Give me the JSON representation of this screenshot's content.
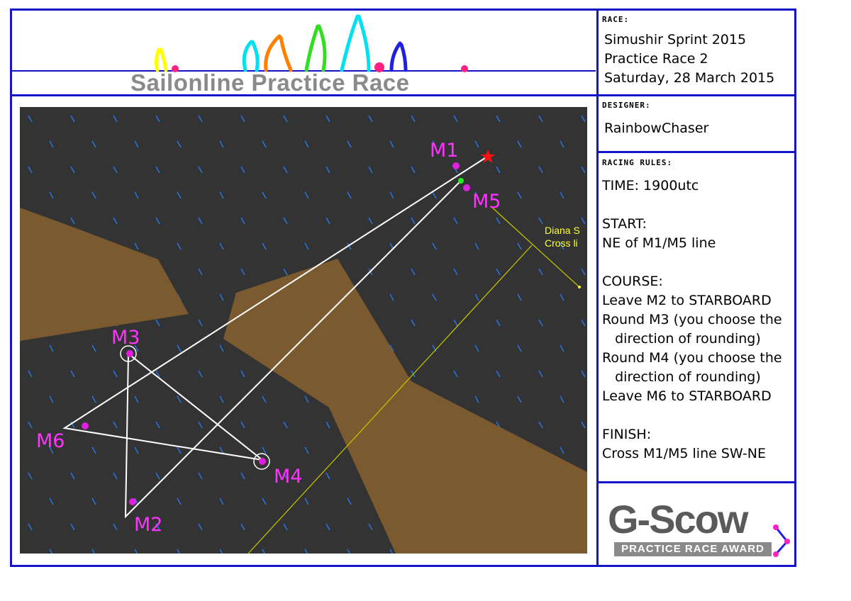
{
  "banner": {
    "title": "Sailonline Practice Race"
  },
  "race": {
    "label": "RACE:",
    "lines": [
      "Simushir Sprint 2015",
      "Practice Race 2",
      "Saturday, 28 March 2015"
    ]
  },
  "designer": {
    "label": "DESIGNER:",
    "name": "RainbowChaser"
  },
  "rules": {
    "label": "RACING RULES:",
    "lines": [
      "TIME: 1900utc",
      "",
      "START:",
      "NE of M1/M5 line",
      "",
      "COURSE:",
      "Leave M2 to STARBOARD",
      "Round M3 (you choose the",
      "   direction of rounding)",
      "Round M4 (you choose the",
      "   direction of rounding)",
      "Leave M6 to STARBOARD",
      "",
      "FINISH:",
      "Cross M1/M5 line SW-NE"
    ]
  },
  "map": {
    "marks": [
      "M1",
      "M2",
      "M3",
      "M4",
      "M5",
      "M6"
    ],
    "gate_label_1": "Diana S",
    "gate_label_2": "Cross li",
    "colors": {
      "sea": "#333333",
      "land": "#7a5a2e",
      "route": "#ffffff",
      "mark": "#e020e0",
      "gate": "#c8c800",
      "start_star": "#ff1010"
    }
  },
  "award": {
    "main": "G-Scow",
    "sub": "PRACTICE RACE AWARD"
  },
  "colors": {
    "frame": "#1414c8"
  }
}
